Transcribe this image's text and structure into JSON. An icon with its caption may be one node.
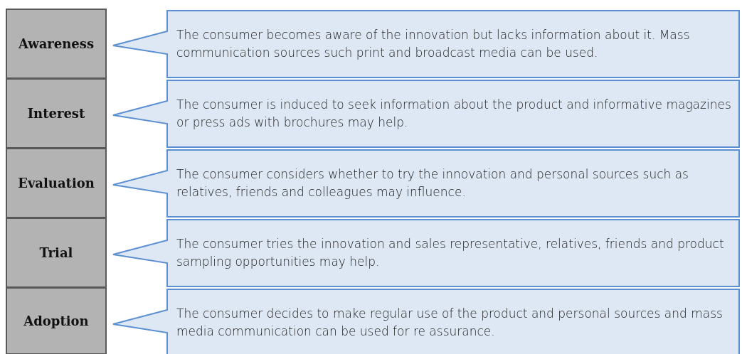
{
  "diagram": {
    "nodes": [
      {
        "text": [
          "Awareness"
        ]
      },
      {
        "text": [
          "The consumer becomes aware of the innovation but lacks information about it. Mass communication sources such print and broadcast media can be used."
        ]
      },
      {
        "text": [
          "Interest"
        ]
      },
      {
        "text": [
          "The consumer is induced to seek information about the product and informative magazines or press ads with brochures may help."
        ]
      },
      {
        "text": [
          "Evaluation"
        ]
      },
      {
        "text": [
          "The consumer considers whether to try the innovation and personal sources such as relatives, friends and colleagues may influence."
        ]
      },
      {
        "text": [
          "Trial"
        ]
      },
      {
        "text": [
          "The consumer tries the innovation and sales representative, relatives, friends and product sampling opportunities may help."
        ]
      },
      {
        "text": [
          "Adoption"
        ]
      },
      {
        "text": [
          "The consumer decides to make regular use of the product and personal sources and mass media communication can be used for re assurance."
        ]
      }
    ]
  }
}
